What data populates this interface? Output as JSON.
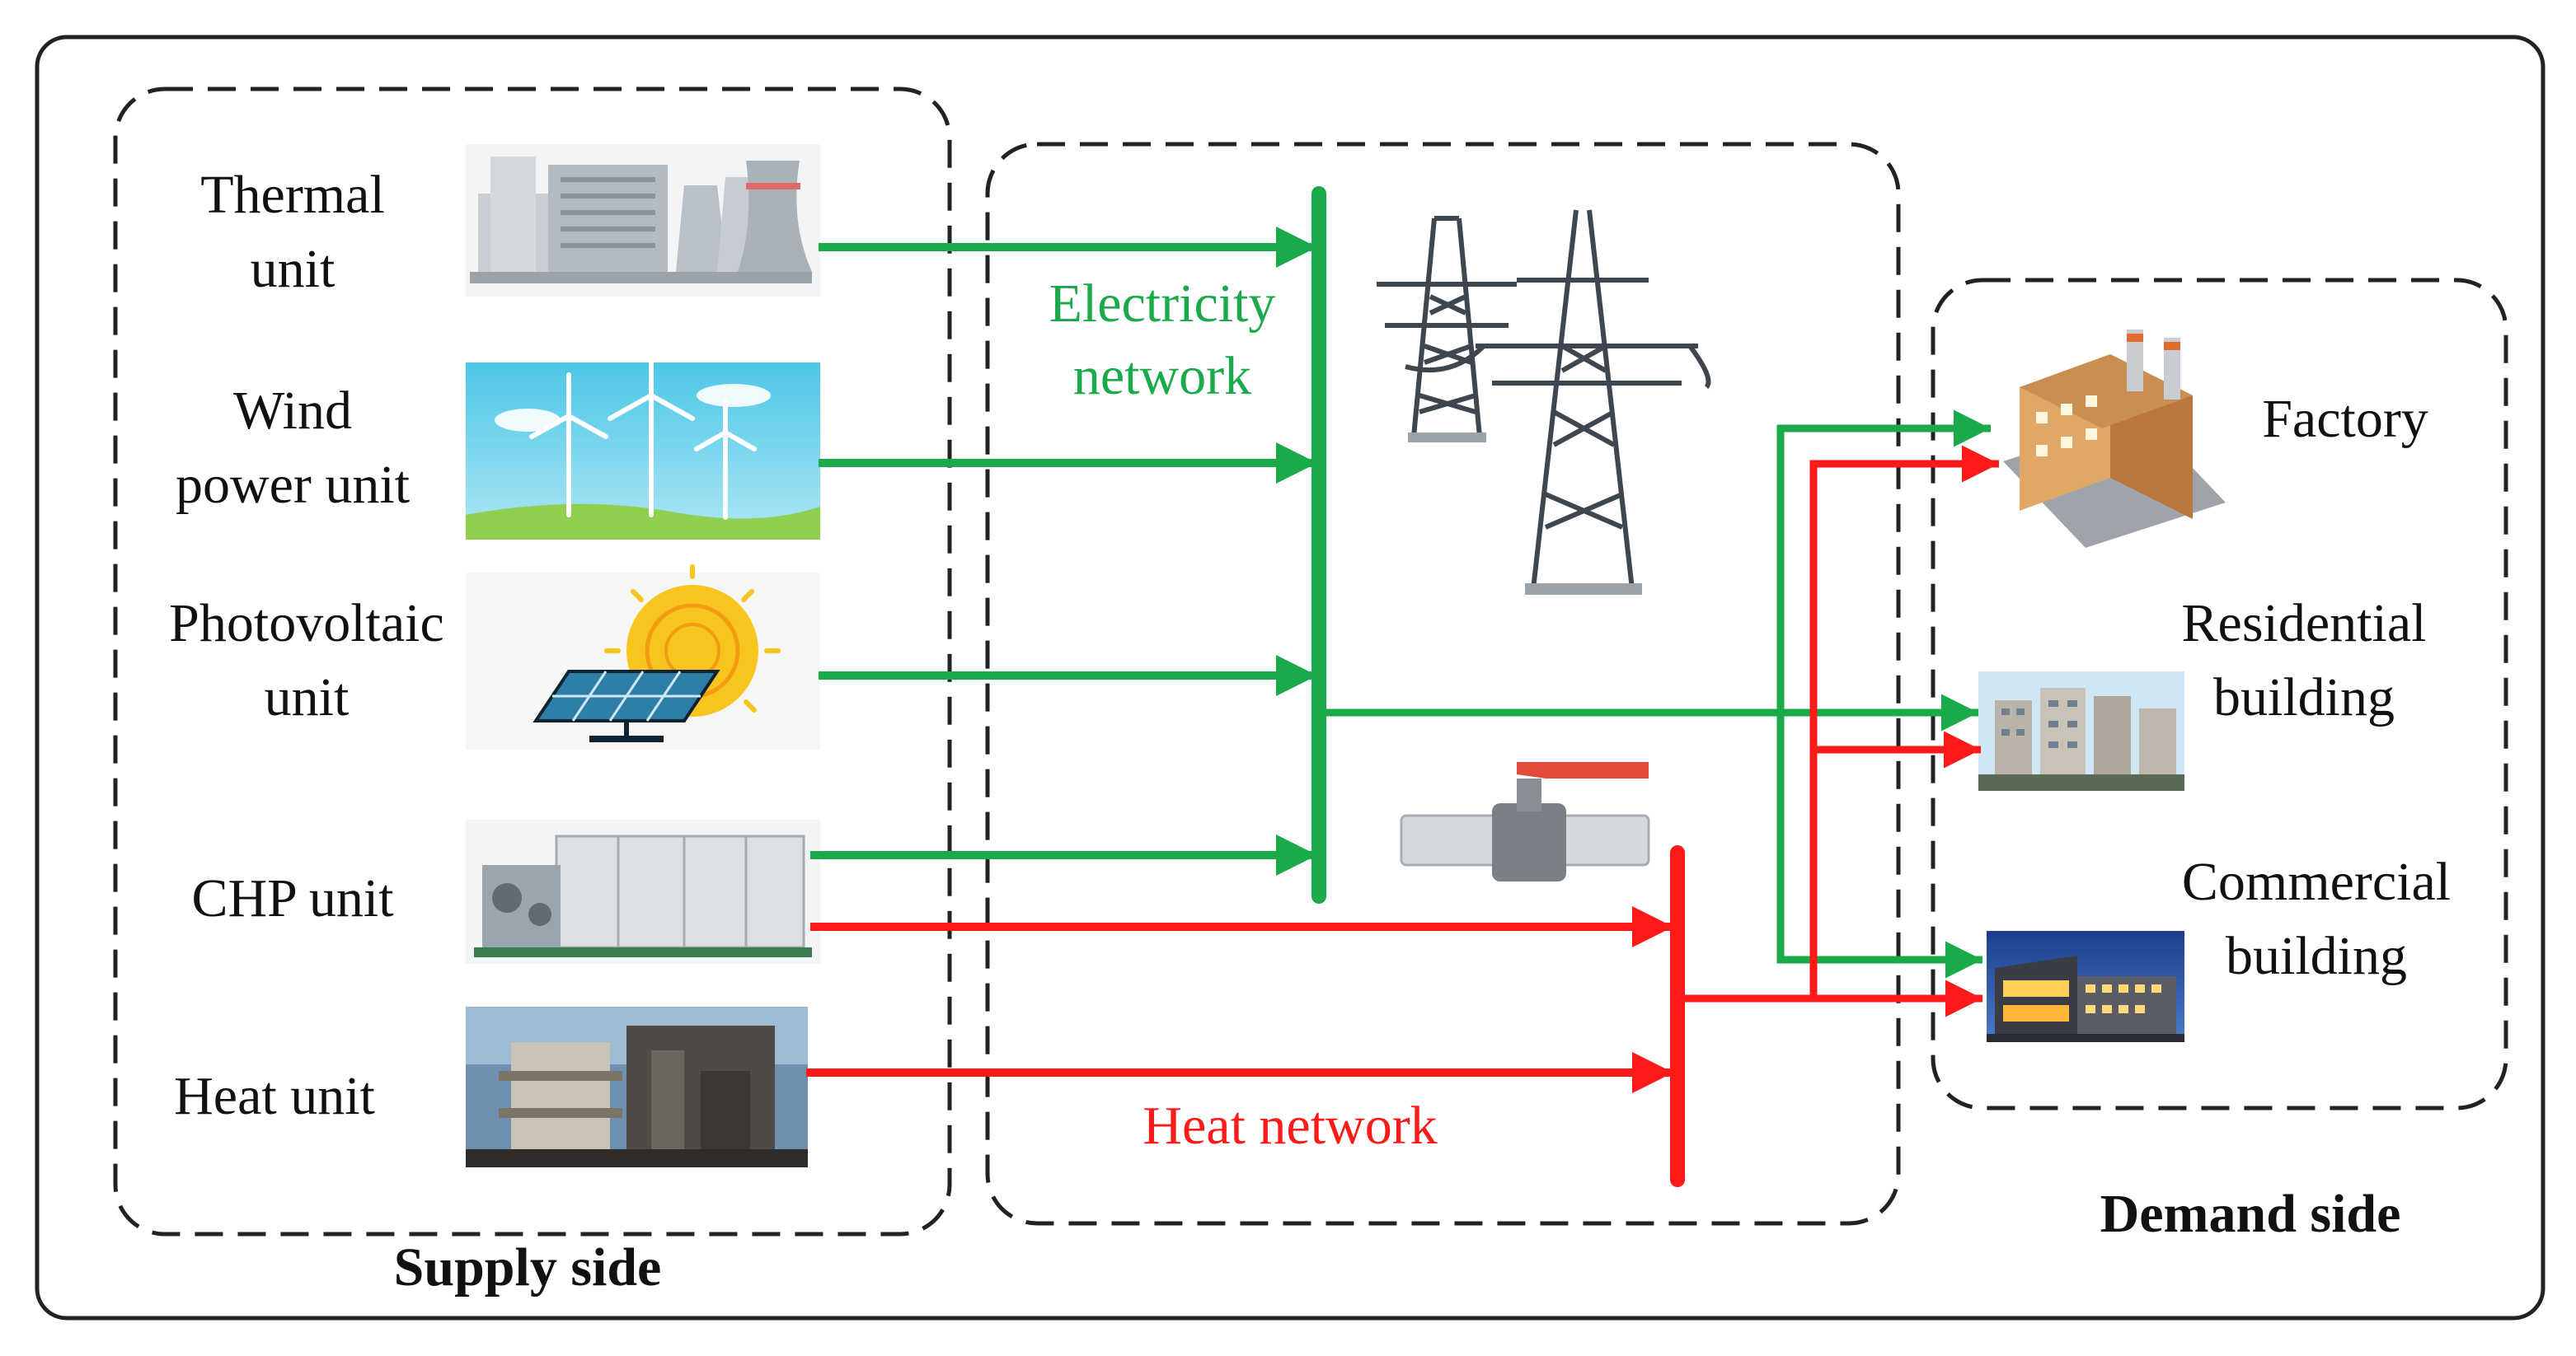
{
  "supply": {
    "title": "Supply side",
    "units": [
      {
        "line1": "Thermal",
        "line2": "unit"
      },
      {
        "line1": "Wind",
        "line2": "power unit"
      },
      {
        "line1": "Photovoltaic",
        "line2": "unit"
      },
      {
        "line1": "CHP unit",
        "line2": ""
      },
      {
        "line1": "Heat unit",
        "line2": ""
      }
    ]
  },
  "network": {
    "electricity_line1": "Electricity",
    "electricity_line2": "network",
    "heat": "Heat network"
  },
  "demand": {
    "title": "Demand side",
    "loads": [
      {
        "line1": "Factory",
        "line2": ""
      },
      {
        "line1": "Residential",
        "line2": "building"
      },
      {
        "line1": "Commercial",
        "line2": "building"
      }
    ]
  },
  "colors": {
    "electricity": "#1aaa4a",
    "heat": "#ff1a1a",
    "border": "#222222"
  }
}
